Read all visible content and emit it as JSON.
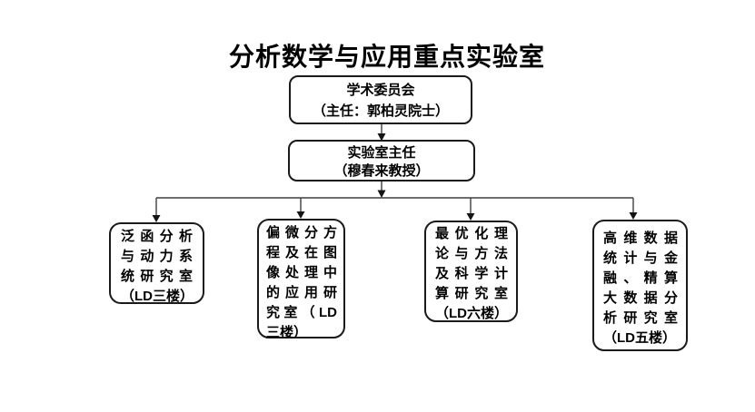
{
  "title": "分析数学与应用重点实验室",
  "org_chart": {
    "committee": {
      "full_text": "学术委员会（主任：郭柏灵院士）",
      "lines": [
        "学术委员会",
        "（主任：郭柏灵院士）"
      ]
    },
    "director": {
      "full_text": "实验室主任（穆春来教授）",
      "lines": [
        "实验室主任",
        "（穆春来教授）"
      ]
    },
    "departments": [
      {
        "full_text": "泛函分析与动力系统研究室（LD三楼）",
        "location": "LD三楼",
        "lines": [
          "泛函分析",
          "与动力系",
          "统研究室",
          "（LD三楼）"
        ]
      },
      {
        "full_text": "偏微分方程及在图像处理中的应用研究室（LD三楼）",
        "location": "LD三楼",
        "lines": [
          "偏微分方",
          "程及在图",
          "像处理中",
          "的应用研",
          "究室（LD",
          "三楼）"
        ]
      },
      {
        "full_text": "最优化理论与方法及科学计算研究室（LD六楼）",
        "location": "LD六楼",
        "lines": [
          "最优化理",
          "论与方法",
          "及科学计",
          "算研究室",
          "（LD六楼）"
        ]
      },
      {
        "full_text": "高维数据统计与金融、精算大数据分析研究室（LD五楼）",
        "location": "LD五楼",
        "lines": [
          "高维数据",
          "统计与金",
          "融、精算",
          "大数据分",
          "析研究室",
          "（LD五楼）"
        ]
      }
    ]
  },
  "colors": {
    "background": "#ffffff",
    "text": "#000000",
    "box_border": "#1a1a1a",
    "connector_line": "#3f3f3f",
    "arrowhead": "#141414"
  }
}
